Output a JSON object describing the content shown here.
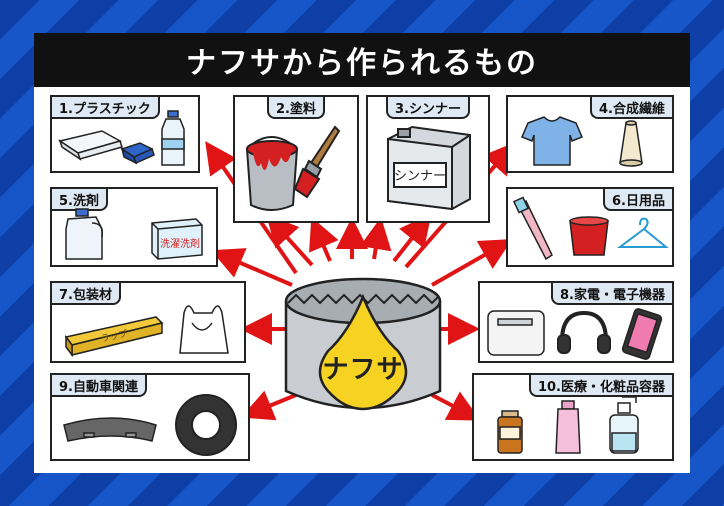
{
  "title": "ナフサから作られるもの",
  "center": {
    "label": "ナフサ"
  },
  "items": [
    {
      "label": "1.プラスチック"
    },
    {
      "label": "2.塗料"
    },
    {
      "label": "3.シンナー"
    },
    {
      "label": "4.合成繊維"
    },
    {
      "label": "5.洗剤"
    },
    {
      "label": "6.日用品"
    },
    {
      "label": "7.包装材"
    },
    {
      "label": "8.家電・電子機器"
    },
    {
      "label": "9.自動車関連"
    },
    {
      "label": "10.医療・化粧品容器"
    }
  ],
  "product_labels": {
    "thinner_can": "シンナー",
    "detergent_box": "洗濯洗剤",
    "wrap_box": "ラップ"
  },
  "colors": {
    "arrow": "#e01414",
    "drop": "#f6d223",
    "label_bg": "#dfe9f3",
    "background": "#0d3fa6"
  }
}
